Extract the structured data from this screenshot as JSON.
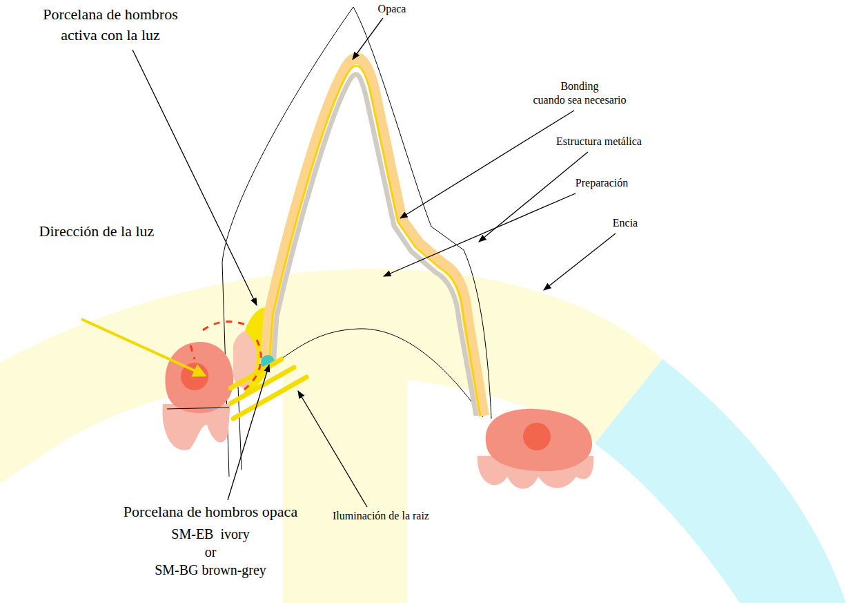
{
  "diagram": {
    "labels": [
      "Porcelana de hombros",
      "activa con la luz",
      "Opaca",
      "Bonding",
      "cuando sea necesario",
      "Estructura metálica",
      "Dirección de la luz",
      "Preparación",
      "Encia",
      "Porcelana de hombros opaca",
      "SM-EB  ivory",
      "or",
      "SM-BG brown-grey",
      "Iluminación de la raiz"
    ]
  }
}
